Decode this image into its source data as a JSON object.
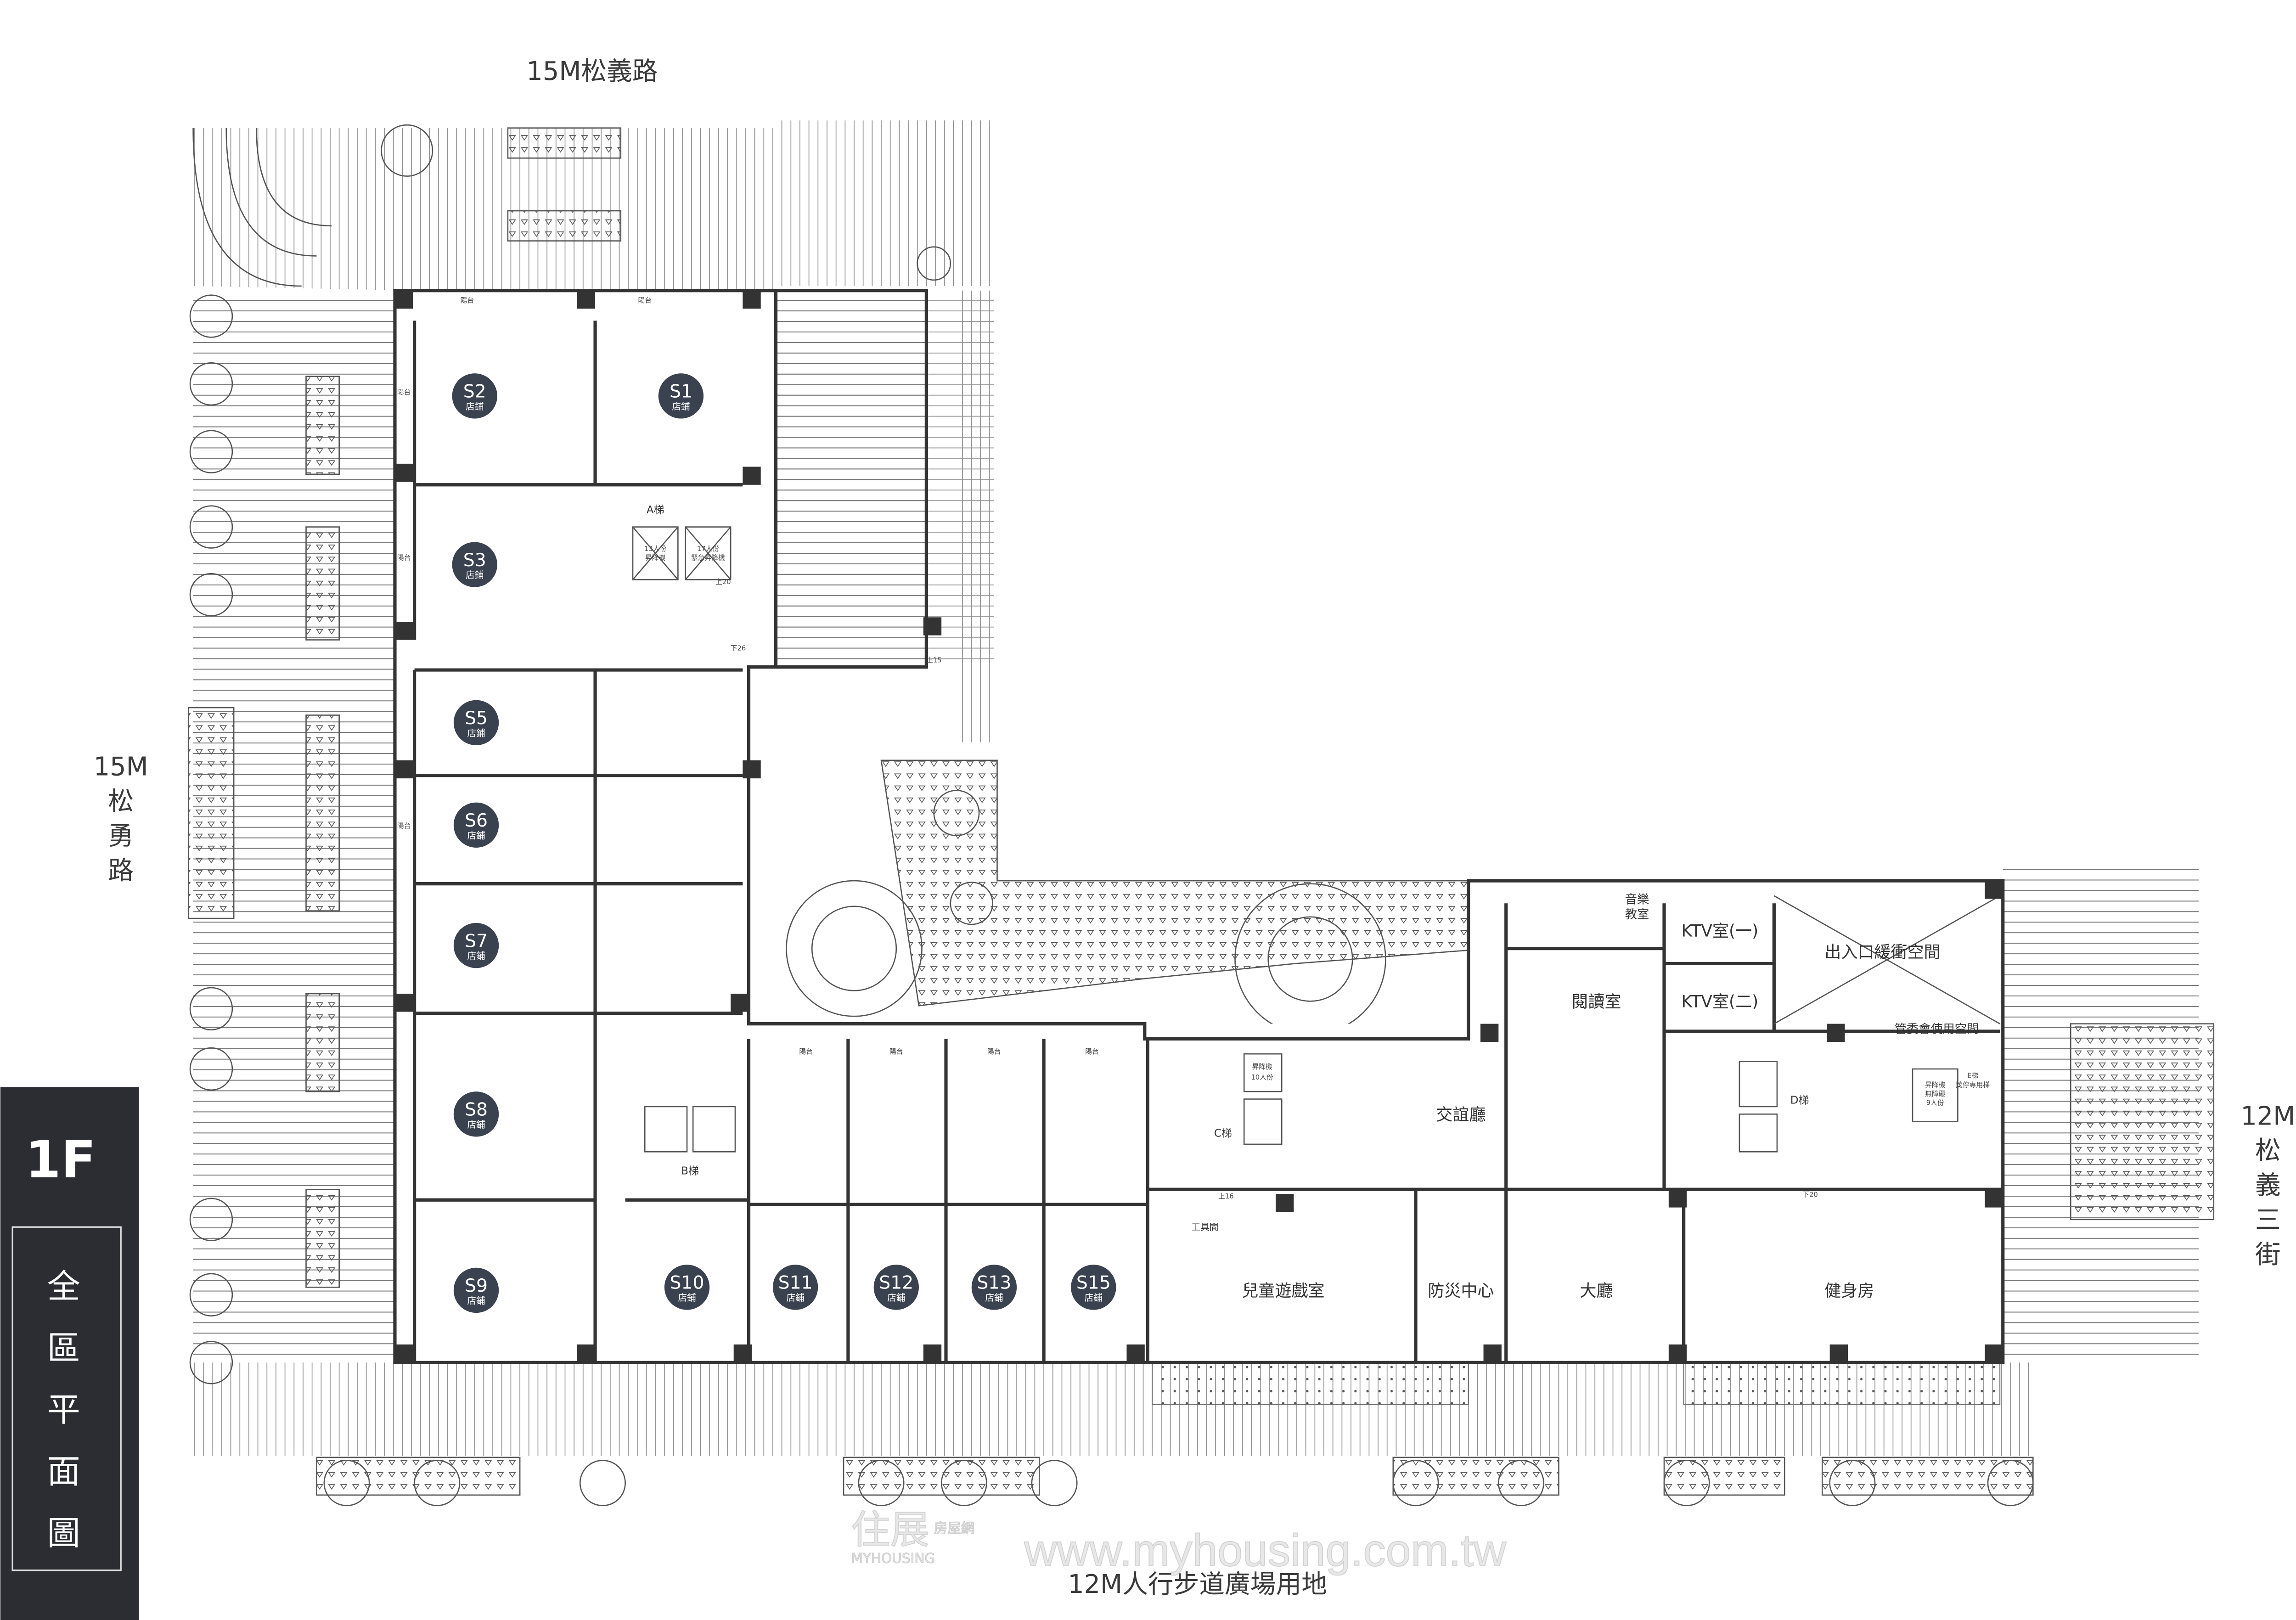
{
  "roads": {
    "north": "15M松義路",
    "west": [
      "15M",
      "松",
      "勇",
      "路"
    ],
    "east": [
      "12M",
      "松",
      "義",
      "三",
      "街"
    ],
    "south": "12M人行步道廣場用地"
  },
  "panel": {
    "floor": "1F",
    "title": [
      "全",
      "區",
      "平",
      "面",
      "圖"
    ]
  },
  "store_sub": "店鋪",
  "stores": [
    {
      "id": "S1"
    },
    {
      "id": "S2"
    },
    {
      "id": "S3"
    },
    {
      "id": "S5"
    },
    {
      "id": "S6"
    },
    {
      "id": "S7"
    },
    {
      "id": "S8"
    },
    {
      "id": "S9"
    },
    {
      "id": "S10"
    },
    {
      "id": "S11"
    },
    {
      "id": "S12"
    },
    {
      "id": "S13"
    },
    {
      "id": "S15"
    }
  ],
  "rooms": {
    "lounge": "交誼廳",
    "kids": "兒童遊戲室",
    "disaster": "防災中心",
    "lobby": "大廳",
    "gym": "健身房",
    "reading": "閱讀室",
    "ktv1": "KTV室(一)",
    "ktv2": "KTV室(二)",
    "buffer": "出入口緩衝空間",
    "committee": "管委會使用空間",
    "music": [
      "音樂",
      "教室"
    ],
    "tools": "工具間",
    "balcony": "陽台"
  },
  "stairs": {
    "a": "A梯",
    "b": "B梯",
    "c": "C梯",
    "d": "D梯",
    "e": [
      "E梯",
      "獎停專用梯"
    ]
  },
  "elevators": {
    "e13": [
      "13人份",
      "昇降機"
    ],
    "e17": [
      "17人份",
      "緊急昇降機"
    ],
    "e10": [
      "昇降機",
      "10人份"
    ],
    "e9": [
      "昇降機",
      "無障礙",
      "9人份"
    ]
  },
  "stair_marks": [
    "上20",
    "下26",
    "上15",
    "上16",
    "下20"
  ],
  "watermark": {
    "brand_cn": "住展",
    "brand_sub": "房屋網",
    "brand_en": "MYHOUSING",
    "url": "www.myhousing.com.tw"
  },
  "colors": {
    "panel_bg": "#2b2d33",
    "store_badge": "#3a4250",
    "line": "#333333"
  }
}
